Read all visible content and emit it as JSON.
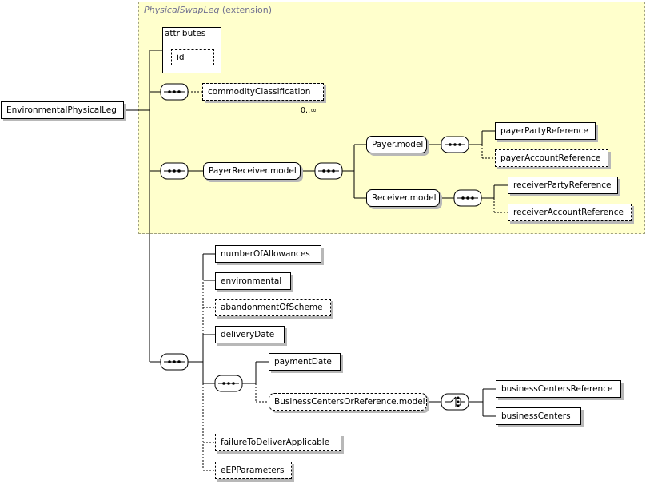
{
  "extension": {
    "base": "PhysicalSwapLeg",
    "suffix": "(extension)"
  },
  "root": {
    "label": "EnvironmentalPhysicalLeg"
  },
  "attributes": {
    "title": "attributes",
    "id": "id"
  },
  "nodes": {
    "commodityClassification": "commodityClassification",
    "payerReceiverModel": "PayerReceiver.model",
    "payerModel": "Payer.model",
    "receiverModel": "Receiver.model",
    "payerPartyReference": "payerPartyReference",
    "payerAccountReference": "payerAccountReference",
    "receiverPartyReference": "receiverPartyReference",
    "receiverAccountReference": "receiverAccountReference",
    "numberOfAllowances": "numberOfAllowances",
    "environmental": "environmental",
    "abandonmentOfScheme": "abandonmentOfScheme",
    "deliveryDate": "deliveryDate",
    "paymentDate": "paymentDate",
    "businessCentersOrReferenceModel": "BusinessCentersOrReference.model",
    "businessCentersReference": "businessCentersReference",
    "businessCenters": "businessCenters",
    "failureToDeliverApplicable": "failureToDeliverApplicable",
    "ePParameters": "eEPParameters"
  },
  "cardinality": {
    "commodityClassification": "0..∞"
  }
}
